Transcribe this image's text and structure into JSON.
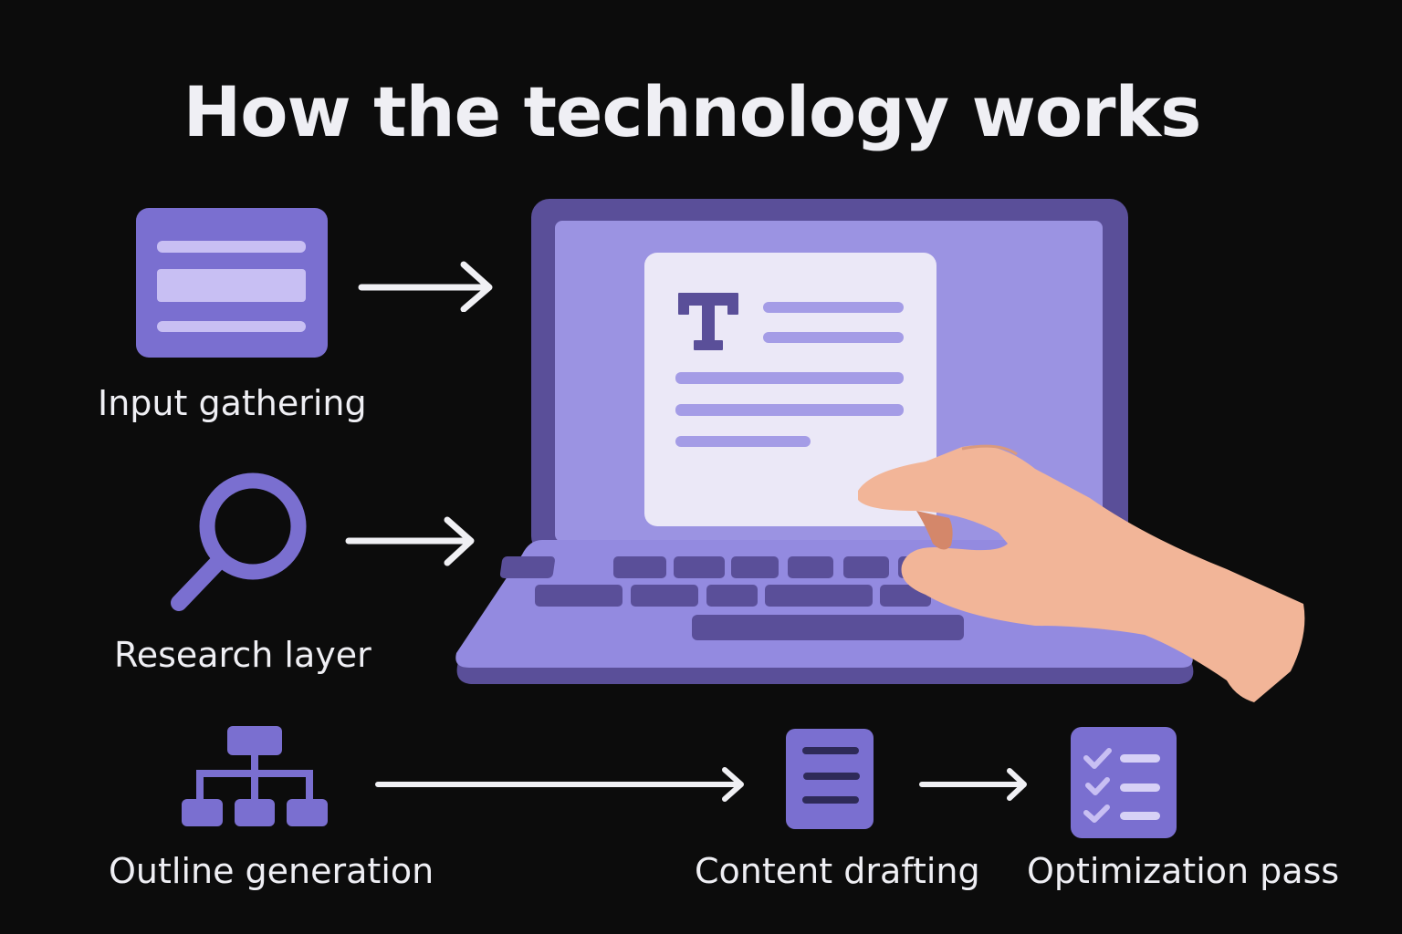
{
  "title": "How the technology works",
  "colors": {
    "background": "#0c0c0c",
    "icon_purple": "#7a6fd0",
    "icon_light": "#c8bff3",
    "laptop_dark": "#5a4f99",
    "laptop_screen": "#9b93e2",
    "document": "#ebe8f7",
    "skin": "#f2b598",
    "arrow": "#f0f0f4"
  },
  "steps": [
    {
      "id": "input",
      "label": "Input gathering",
      "icon": "form-icon"
    },
    {
      "id": "research",
      "label": "Research layer",
      "icon": "magnifier-icon"
    },
    {
      "id": "outline",
      "label": "Outline generation",
      "icon": "hierarchy-icon"
    },
    {
      "id": "drafting",
      "label": "Content drafting",
      "icon": "document-icon"
    },
    {
      "id": "optimization",
      "label": "Optimization pass",
      "icon": "checklist-icon"
    }
  ],
  "center_illustration": {
    "icon": "laptop-with-hand-illustration",
    "screen_icon": "text-document-icon",
    "screen_glyph": "T"
  }
}
